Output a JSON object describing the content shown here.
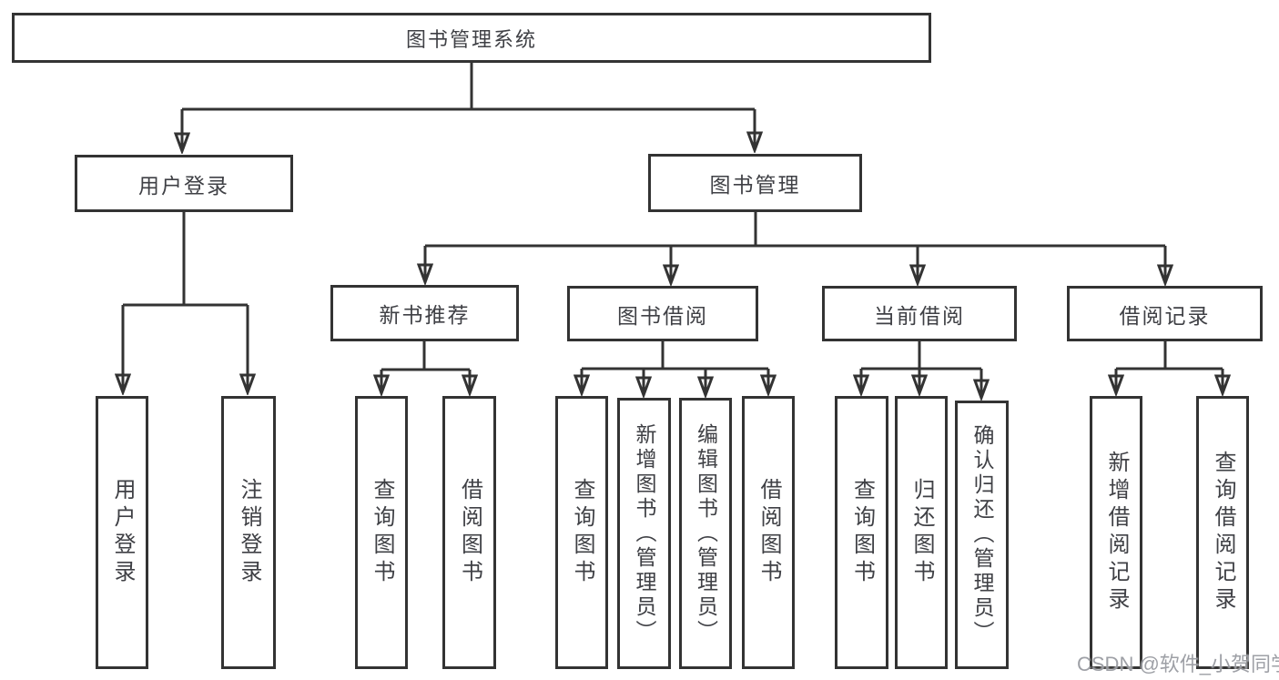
{
  "diagram_title": "图书管理系统",
  "tree": {
    "label": "图书管理系统",
    "children": [
      {
        "label": "用户登录",
        "children": [
          {
            "label": "用户登录"
          },
          {
            "label": "注销登录"
          }
        ]
      },
      {
        "label": "图书管理",
        "children": [
          {
            "label": "新书推荐",
            "children": [
              {
                "label": "查询图书"
              },
              {
                "label": "借阅图书"
              }
            ]
          },
          {
            "label": "图书借阅",
            "children": [
              {
                "label": "查询图书"
              },
              {
                "label": "新增图书（管理员）"
              },
              {
                "label": "编辑图书（管理员）"
              },
              {
                "label": "借阅图书"
              }
            ]
          },
          {
            "label": "当前借阅",
            "children": [
              {
                "label": "查询图书"
              },
              {
                "label": "归还图书"
              },
              {
                "label": "确认归还（管理员）"
              }
            ]
          },
          {
            "label": "借阅记录",
            "children": [
              {
                "label": "新增借阅记录"
              },
              {
                "label": "查询借阅记录"
              }
            ]
          }
        ]
      }
    ]
  },
  "watermark": "CSDN @软件_小贺同学",
  "colors": {
    "line": "#333333",
    "box_border": "#333333",
    "text": "#3f4045",
    "watermark": "#94969c",
    "background": "#ffffff"
  }
}
